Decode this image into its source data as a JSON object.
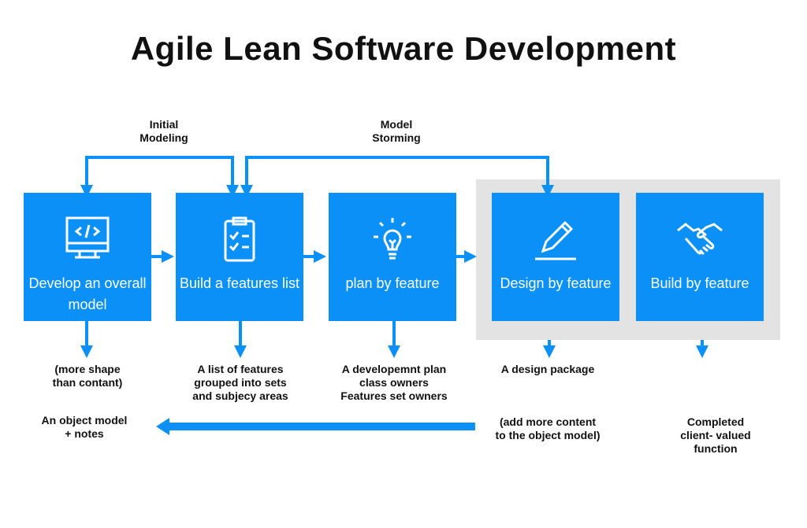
{
  "title": "Agile Lean Software Development",
  "loops": {
    "initial": "Initial\nModeling",
    "storming": "Model\nStorming"
  },
  "boxes": [
    {
      "label": "Develop an overall model",
      "icon": "monitor-code-icon"
    },
    {
      "label": "Build a features list",
      "icon": "clipboard-checklist-icon"
    },
    {
      "label": "plan by feature",
      "icon": "lightbulb-icon"
    },
    {
      "label": "Design by feature",
      "icon": "pencil-icon"
    },
    {
      "label": "Build by feature",
      "icon": "handshake-icon"
    }
  ],
  "outputs": [
    "(more shape\nthan contant)",
    "A list of features\ngrouped into sets\nand subjecy areas",
    "A developemnt plan\nclass owners\nFeatures set owners",
    "A design package",
    "Completed\nclient- valued\nfunction"
  ],
  "feedback": {
    "from": "(add more content\nto the object model)",
    "to": "An object model\n+ notes"
  },
  "colors": {
    "accent": "#0a90f7",
    "group_bg": "#e3e3e3"
  }
}
